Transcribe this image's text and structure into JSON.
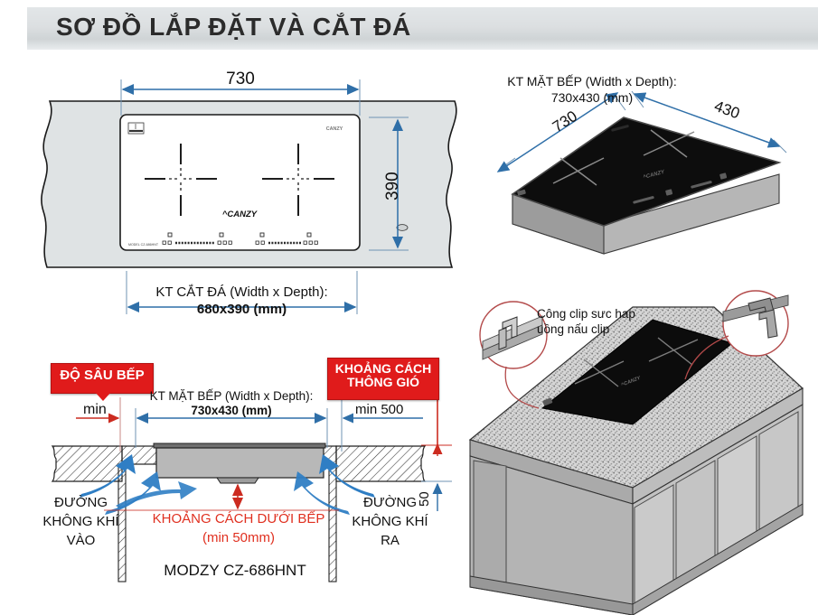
{
  "header": {
    "title": "SƠ ĐỒ LẮP ĐẶT VÀ CẮT ĐÁ",
    "bar_color": "#dcdfe1"
  },
  "colors": {
    "dimension_blue": "#2f6fa8",
    "dimension_red": "#cc2b20",
    "badge_red": "#e01b1b",
    "hob_black": "#101010",
    "counter_gray": "#dfe3e4",
    "granite": "#c9c9c9"
  },
  "cutout_diagram": {
    "name": "Stone cut-out top view",
    "top_dim": "730",
    "right_dim": "390",
    "caption_line1": "KT CẮT ĐÁ (Width x Depth):",
    "caption_line2": "680x390 (mm)",
    "hob_brand": "CANZY"
  },
  "hob_3d": {
    "caption_line1": "KT MẶT BẾP (Width x Depth):",
    "caption_line2": "730x430 (mm)",
    "width_dim": "730",
    "depth_dim": "430"
  },
  "section_diagram": {
    "badge_left_line1": "ĐỘ SÂU BẾP",
    "badge_right_line1": "KHOẢNG CÁCH",
    "badge_right_line2": "THÔNG GIÓ",
    "min_left": "min",
    "min_right": "min 500",
    "caption_line1": "KT MẶT BẾP (Width x Depth):",
    "caption_line2": "730x430 (mm)",
    "air_in_line1": "ĐƯỜNG",
    "air_in_line2": "KHÔNG KHÍ",
    "air_in_line3": "VÀO",
    "air_out_line1": "ĐƯỜNG",
    "air_out_line2": "KHÔNG KHÍ",
    "air_out_line3": "RA",
    "under_gap_line1": "KHOẢNG CÁCH DƯỚI BẾP",
    "under_gap_line2": "(min 50mm)",
    "side_dim": "50",
    "model": "MODZY  CZ-686HNT"
  },
  "island_scene": {
    "clip_callout_line1": "Công clip sưc hap",
    "clip_callout_line2": "uồng nấu clip"
  }
}
